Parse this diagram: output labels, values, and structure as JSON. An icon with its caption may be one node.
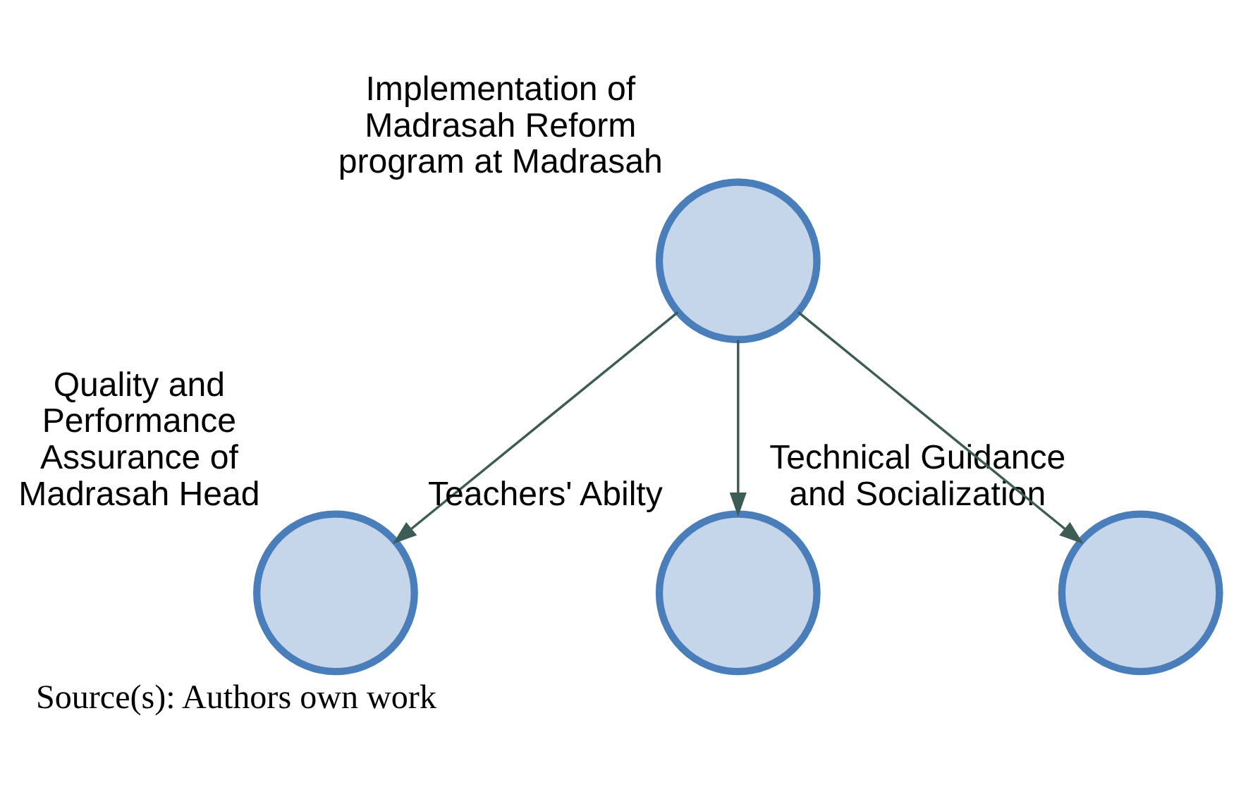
{
  "diagram": {
    "caption": "Source(s): Authors own work",
    "nodes": [
      {
        "text": [
          "Implementation of Madrasah Reform program at Madrasah"
        ]
      },
      {
        "text": [
          "Quality and Performance Assurance of Madrasah Head"
        ]
      },
      {
        "text": [
          "Teachers' Abilty"
        ]
      },
      {
        "text": [
          "Technical Guidance and Socialization"
        ]
      }
    ],
    "edges": [
      {
        "from": 0,
        "to": 1,
        "arrow": "to"
      },
      {
        "from": 0,
        "to": 2,
        "arrow": "to"
      },
      {
        "from": 0,
        "to": 3,
        "arrow": "to"
      }
    ]
  }
}
